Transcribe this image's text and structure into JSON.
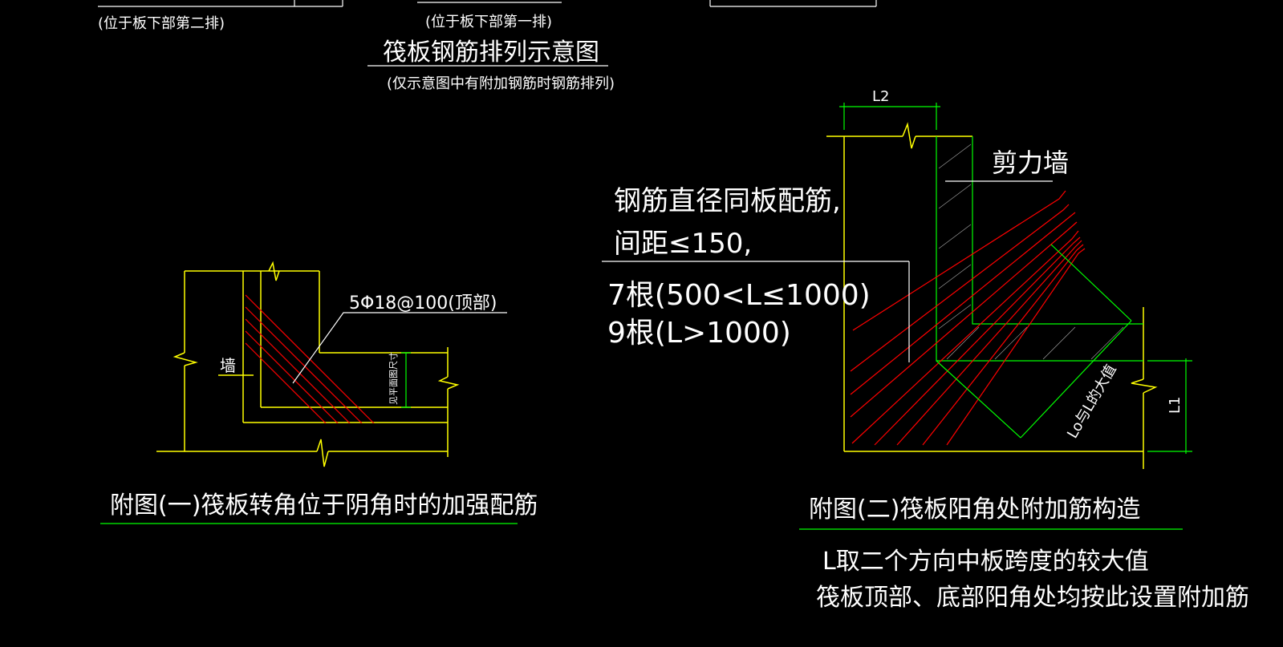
{
  "top": {
    "label_left": "(位于板下部第二排)",
    "label_mid": "(位于板下部第一排)",
    "title": "筏板钢筋排列示意图",
    "subtitle": "(仅示意图中有附加钢筋时钢筋排列)"
  },
  "fig1": {
    "rebar_label": "5Φ18@100(顶部)",
    "wall_label": "墙",
    "dim_label": "见平面图尺寸",
    "caption": "附图(一)筏板转角位于阴角时的加强配筋"
  },
  "fig2": {
    "dim_top": "L2",
    "wall_label": "剪力墙",
    "note_line1": "钢筋直径同板配筋,",
    "note_line2": "间距≤150,",
    "note_line3": "7根(500<L≤1000)",
    "note_line4": "9根(L>1000)",
    "diag_label": "Lo与L的大值",
    "dim_right": "L1",
    "caption": "附图(二)筏板阳角处附加筋构造",
    "footnote1": "L取二个方向中板跨度的较大值",
    "footnote2": "筏板顶部、底部阳角处均按此设置附加筋"
  },
  "colors": {
    "background": "#000000",
    "outline": "#ffff00",
    "rebar": "#ff0000",
    "dimension": "#00ff00",
    "text": "#ffffff"
  }
}
